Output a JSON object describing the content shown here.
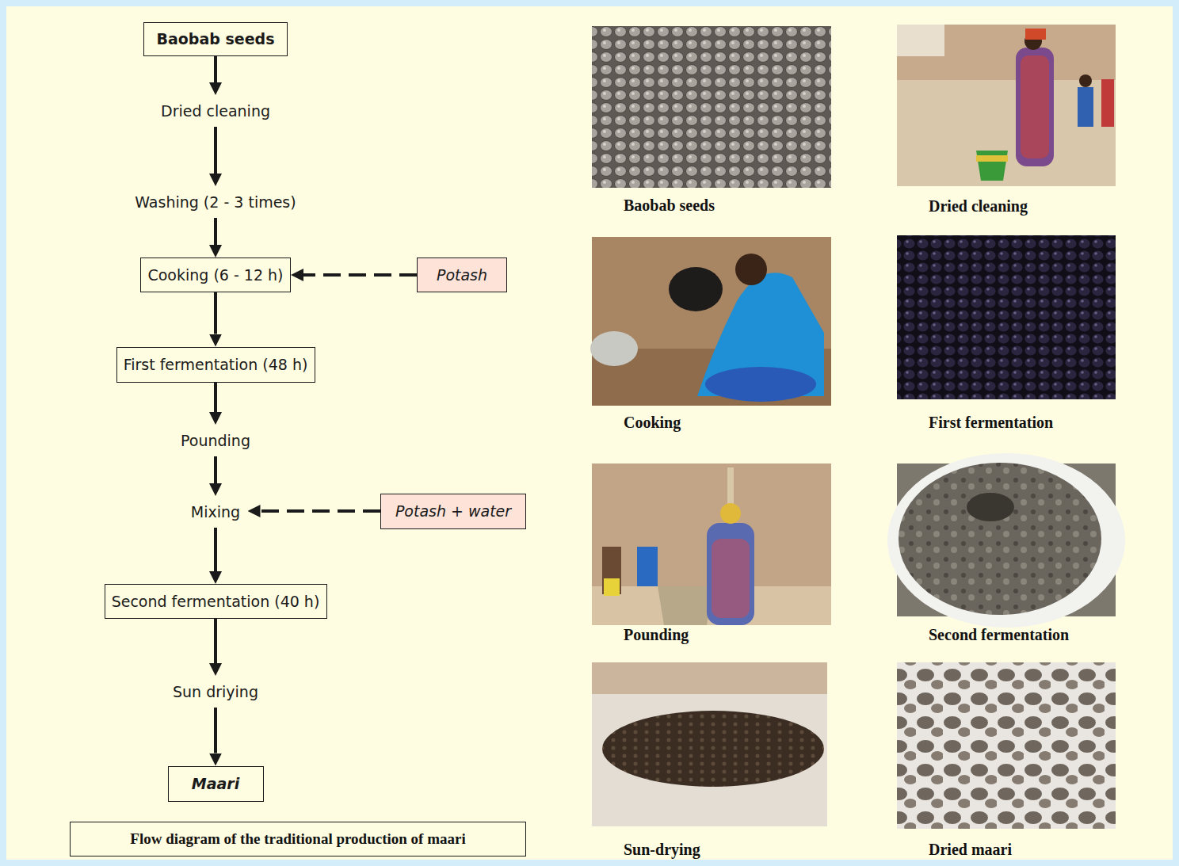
{
  "diagram": {
    "caption": "Flow diagram of the traditional production of maari",
    "nodes": [
      {
        "text": [
          "Baobab seeds"
        ]
      },
      {
        "text": [
          "Dried cleaning"
        ]
      },
      {
        "text": [
          "Washing (2 - 3 times)"
        ]
      },
      {
        "text": [
          "Cooking (6 - 12 h)"
        ]
      },
      {
        "text": [
          "Potash"
        ]
      },
      {
        "text": [
          "First fermentation (48 h)"
        ]
      },
      {
        "text": [
          "Pounding"
        ]
      },
      {
        "text": [
          "Mixing"
        ]
      },
      {
        "text": [
          "Potash + water"
        ]
      },
      {
        "text": [
          "Second fermentation (40 h)"
        ]
      },
      {
        "text": [
          "Sun driying"
        ]
      },
      {
        "text": [
          "Maari"
        ]
      }
    ],
    "edges": [
      {
        "from": 0,
        "to": 1,
        "arrow": "to"
      },
      {
        "from": 1,
        "to": 2,
        "arrow": "to"
      },
      {
        "from": 2,
        "to": 3,
        "arrow": "to"
      },
      {
        "from": 4,
        "to": 3,
        "arrow": "to"
      },
      {
        "from": 3,
        "to": 5,
        "arrow": "to"
      },
      {
        "from": 5,
        "to": 6,
        "arrow": "to"
      },
      {
        "from": 6,
        "to": 7,
        "arrow": "to"
      },
      {
        "from": 8,
        "to": 7,
        "arrow": "to"
      },
      {
        "from": 7,
        "to": 9,
        "arrow": "to"
      },
      {
        "from": 9,
        "to": 10,
        "arrow": "to"
      },
      {
        "from": 10,
        "to": 11,
        "arrow": "to"
      }
    ],
    "labels": [
      "Baobab seeds",
      "Dried cleaning",
      "Cooking",
      "First fermentation",
      "Pounding",
      "Second fermentation",
      "Sun-drying",
      "Dried maari"
    ]
  }
}
